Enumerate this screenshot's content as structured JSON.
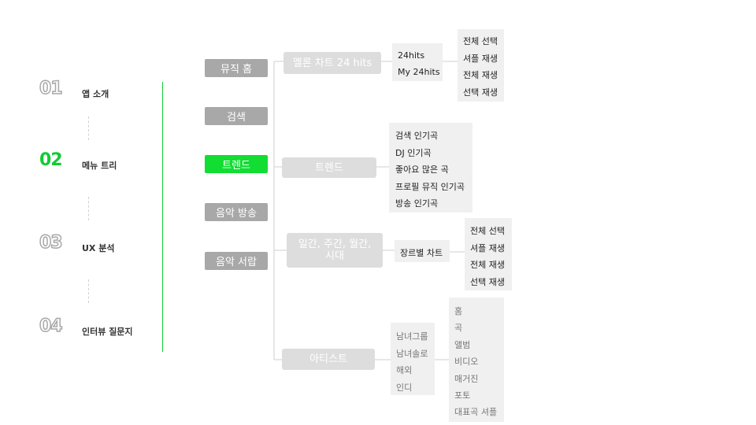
{
  "sections": [
    {
      "num": "01",
      "label": "앱 소개",
      "active": false
    },
    {
      "num": "02",
      "label": "메뉴 트리",
      "active": true
    },
    {
      "num": "03",
      "label": "UX 분석",
      "active": false
    },
    {
      "num": "04",
      "label": "인터뷰 질문지",
      "active": false
    }
  ],
  "level1": [
    "뮤직 홈",
    "검색",
    "트렌드",
    "음악 방송",
    "음악 서랍"
  ],
  "level2": [
    "멜론 차트 24 hits",
    "트렌드",
    "일간, 주간, 월간, 시대",
    "아티스트"
  ],
  "boxes": {
    "hits": [
      "24hits",
      "My 24hits"
    ],
    "hits_play": [
      "전체 선택",
      "셔플 재생",
      "전체 재생",
      "선택 재생"
    ],
    "trend": [
      "검색 인기곡",
      "DJ 인기곡",
      "좋아요 많은 곡",
      "프로필 뮤직 인기곡",
      "방송 인기곡"
    ],
    "genre": [
      "장르별 차트"
    ],
    "genre_play": [
      "전체 선택",
      "셔플 재생",
      "전체 재생",
      "선택 재생"
    ],
    "artist_type": [
      "남녀그룹",
      "남녀솔로",
      "해외",
      "인디"
    ],
    "artist_menu": [
      "홈",
      "곡",
      "앨범",
      "비디오",
      "매거진",
      "포토",
      "대표곡 셔플"
    ]
  }
}
